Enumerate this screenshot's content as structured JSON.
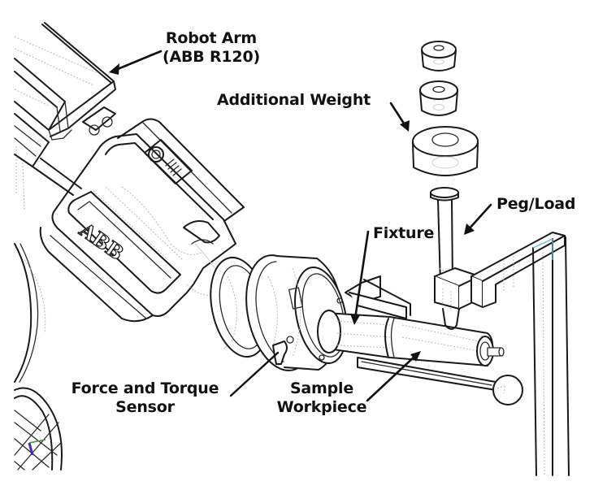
{
  "diagram": {
    "title": "Robotic peg-in-hole assembly test setup",
    "labels": {
      "robot_arm_line1": "Robot Arm",
      "robot_arm_line2": "(ABB R120)",
      "additional_weight": "Additional Weight",
      "peg_load": "Peg/Load",
      "fixture": "Fixture",
      "ft_sensor_line1": "Force and Torque",
      "ft_sensor_line2": "Sensor",
      "workpiece_line1": "Sample",
      "workpiece_line2": "Workpiece"
    },
    "brand_mark": "ABB",
    "colors": {
      "line": "#1a1a1a",
      "hidden_line": "#b8b8b8",
      "background": "#ffffff",
      "axis_blue": "#3a2fb0",
      "axis_green": "#4f8a4f",
      "frame_accent": "#6fb7d6"
    }
  }
}
